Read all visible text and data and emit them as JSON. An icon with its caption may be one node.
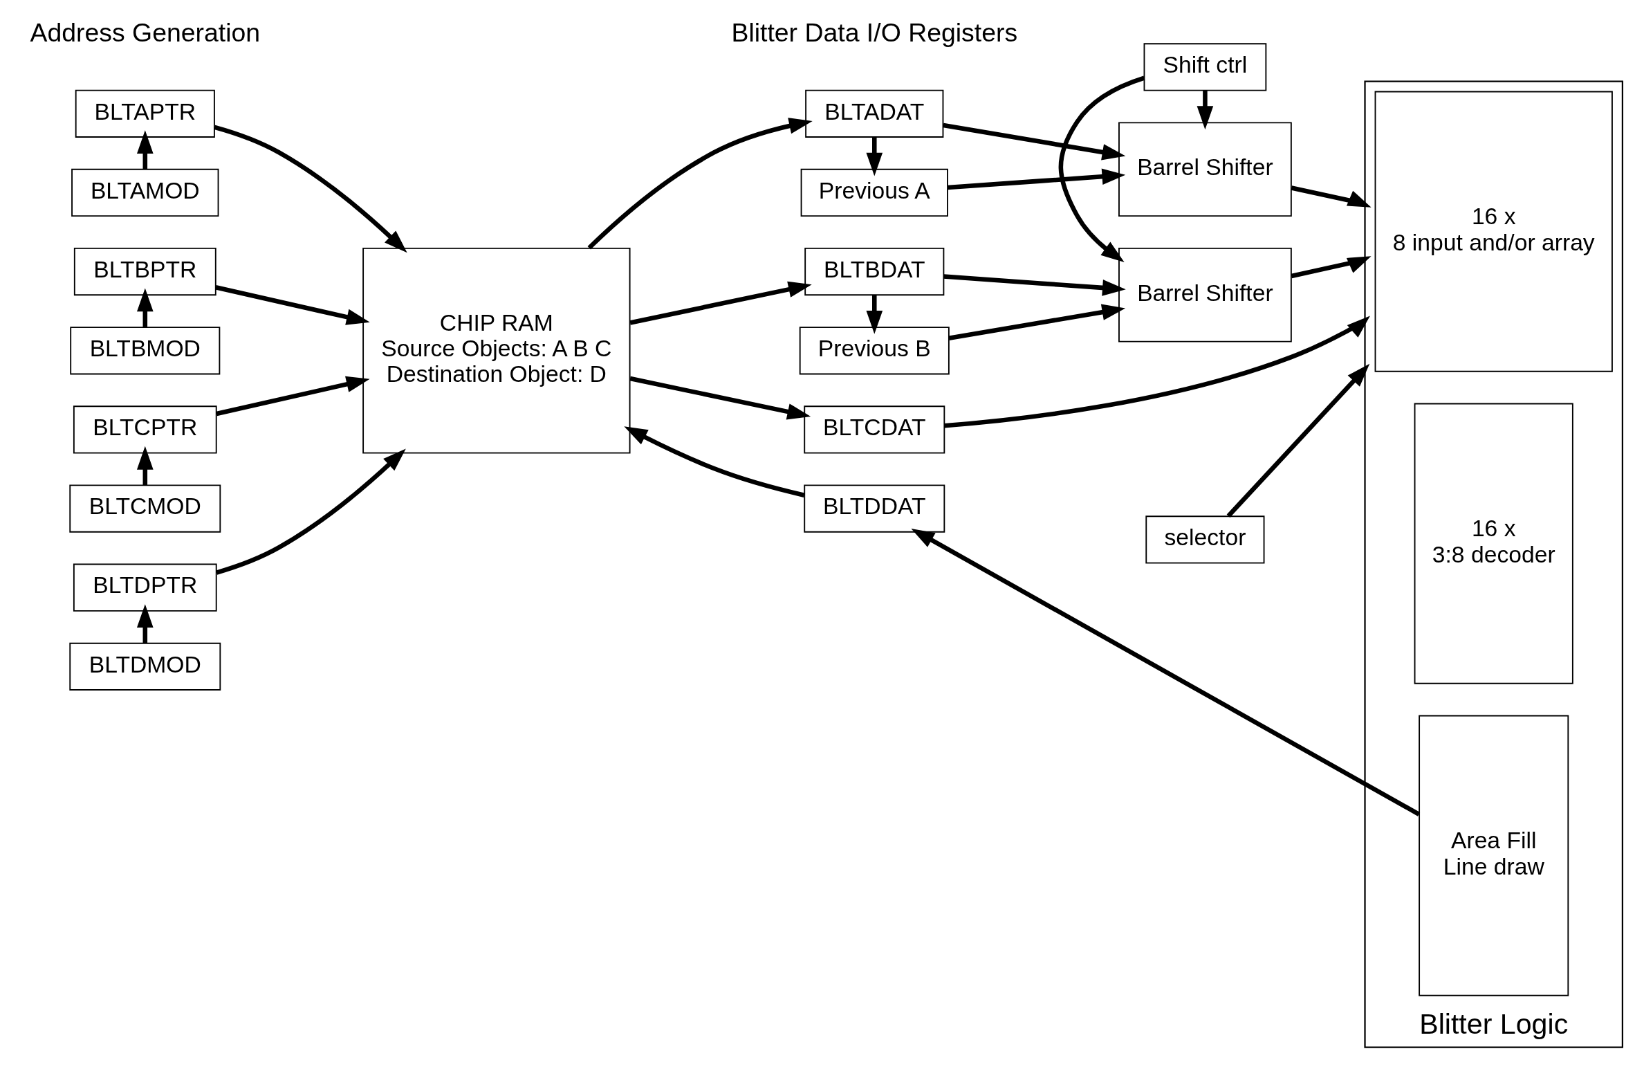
{
  "diagram": {
    "nodes": [
      {
        "text": [
          "BLTAPTR"
        ]
      },
      {
        "text": [
          "BLTAMOD"
        ]
      },
      {
        "text": [
          "BLTBPTR"
        ]
      },
      {
        "text": [
          "BLTBMOD"
        ]
      },
      {
        "text": [
          "BLTCPTR"
        ]
      },
      {
        "text": [
          "BLTCMOD"
        ]
      },
      {
        "text": [
          "BLTDPTR"
        ]
      },
      {
        "text": [
          "BLTDMOD"
        ]
      },
      {
        "text": [
          "CHIP RAM",
          "Source Objects: A B C",
          "Destination Object: D"
        ]
      },
      {
        "text": [
          "BLTADAT"
        ]
      },
      {
        "text": [
          "Previous A"
        ]
      },
      {
        "text": [
          "BLTBDAT"
        ]
      },
      {
        "text": [
          "Previous B"
        ]
      },
      {
        "text": [
          "BLTCDAT"
        ]
      },
      {
        "text": [
          "BLTDDAT"
        ]
      },
      {
        "text": [
          "Shift ctrl"
        ]
      },
      {
        "text": [
          "selector"
        ]
      },
      {
        "text": [
          "Barrel Shifter"
        ]
      },
      {
        "text": [
          "Barrel Shifter"
        ]
      },
      {
        "text": [
          "Blitter Logic"
        ]
      },
      {
        "text": [
          "16 x",
          "3:8 decoder"
        ],
        "in": 19
      },
      {
        "text": [
          "16 x",
          "8 input and/or array"
        ],
        "in": 19
      },
      {
        "text": [
          "Area Fill",
          "Line draw"
        ],
        "in": 19
      }
    ],
    "edges": [
      {
        "from": 1,
        "to": 0,
        "arrow": "to"
      },
      {
        "from": 3,
        "to": 2,
        "arrow": "to"
      },
      {
        "from": 5,
        "to": 4,
        "arrow": "to"
      },
      {
        "from": 7,
        "to": 6,
        "arrow": "to"
      },
      {
        "from": 0,
        "to": 8,
        "arrow": "to"
      },
      {
        "from": 2,
        "to": 8,
        "arrow": "to"
      },
      {
        "from": 4,
        "to": 8,
        "arrow": "to"
      },
      {
        "from": 6,
        "to": 8,
        "arrow": "to"
      },
      {
        "from": 8,
        "to": 9,
        "arrow": "to"
      },
      {
        "from": 8,
        "to": 11,
        "arrow": "to"
      },
      {
        "from": 8,
        "to": 13,
        "arrow": "to"
      },
      {
        "from": 14,
        "to": 8,
        "arrow": "to"
      },
      {
        "from": 9,
        "to": 10,
        "arrow": "to"
      },
      {
        "from": 11,
        "to": 12,
        "arrow": "to"
      },
      {
        "from": 9,
        "to": 17,
        "arrow": "to"
      },
      {
        "from": 10,
        "to": 17,
        "arrow": "to"
      },
      {
        "from": 11,
        "to": 18,
        "arrow": "to"
      },
      {
        "from": 12,
        "to": 18,
        "arrow": "to"
      },
      {
        "from": 15,
        "to": 17,
        "arrow": "to"
      },
      {
        "from": 15,
        "to": 18,
        "arrow": "to"
      },
      {
        "from": 16,
        "to": 19,
        "arrow": "to"
      },
      {
        "from": 17,
        "to": 19,
        "arrow": "to"
      },
      {
        "from": 18,
        "to": 19,
        "arrow": "to"
      },
      {
        "from": 13,
        "to": 19,
        "arrow": "to"
      },
      {
        "from": 22,
        "to": 14,
        "arrow": "to"
      }
    ],
    "labels": [
      "Address Generation",
      "Blitter Data I/O Registers"
    ]
  }
}
